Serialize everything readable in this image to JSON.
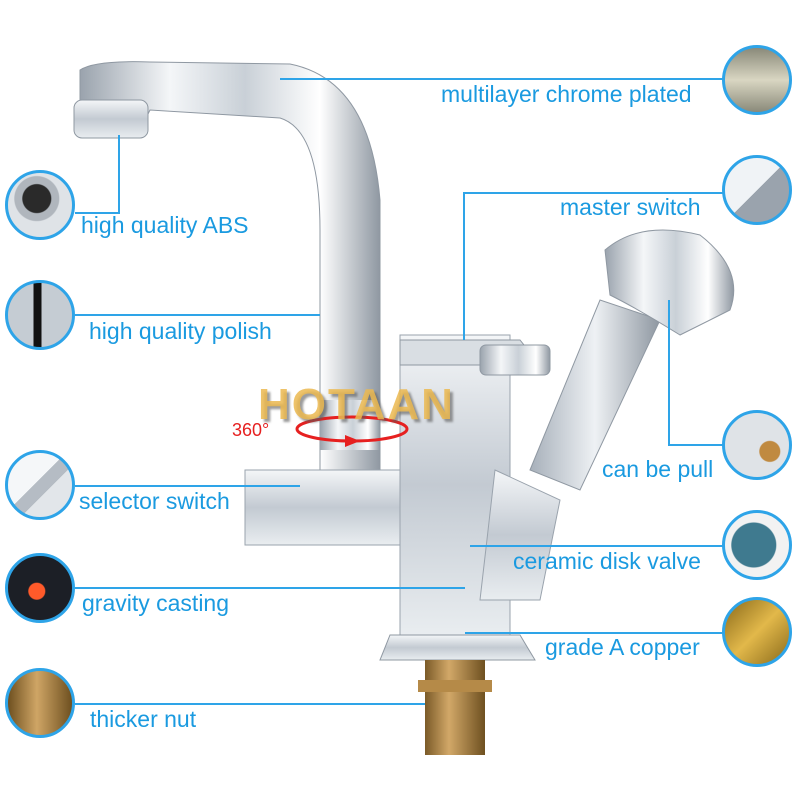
{
  "brand": {
    "watermark": "HOTAAN"
  },
  "rotation": {
    "label": "360°"
  },
  "callouts": [
    {
      "id": "multilayer-chrome-plated",
      "label": "multilayer chrome plated",
      "side": "right"
    },
    {
      "id": "high-quality-abs",
      "label": "high quality ABS",
      "side": "left"
    },
    {
      "id": "master-switch",
      "label": "master switch",
      "side": "right"
    },
    {
      "id": "high-quality-polish",
      "label": "high quality polish",
      "side": "left"
    },
    {
      "id": "can-be-pull",
      "label": "can be pull",
      "side": "right"
    },
    {
      "id": "selector-switch",
      "label": "selector switch",
      "side": "left"
    },
    {
      "id": "ceramic-disk-valve",
      "label": "ceramic disk valve",
      "side": "right"
    },
    {
      "id": "gravity-casting",
      "label": "gravity casting",
      "side": "left"
    },
    {
      "id": "grade-a-copper",
      "label": "grade A copper",
      "side": "right"
    },
    {
      "id": "thicker-nut",
      "label": "thicker nut",
      "side": "left"
    }
  ],
  "colors": {
    "accent": "#1a9ae0",
    "line": "#2ea4e8",
    "rotation": "#e62020",
    "watermark": "#ebb950"
  }
}
